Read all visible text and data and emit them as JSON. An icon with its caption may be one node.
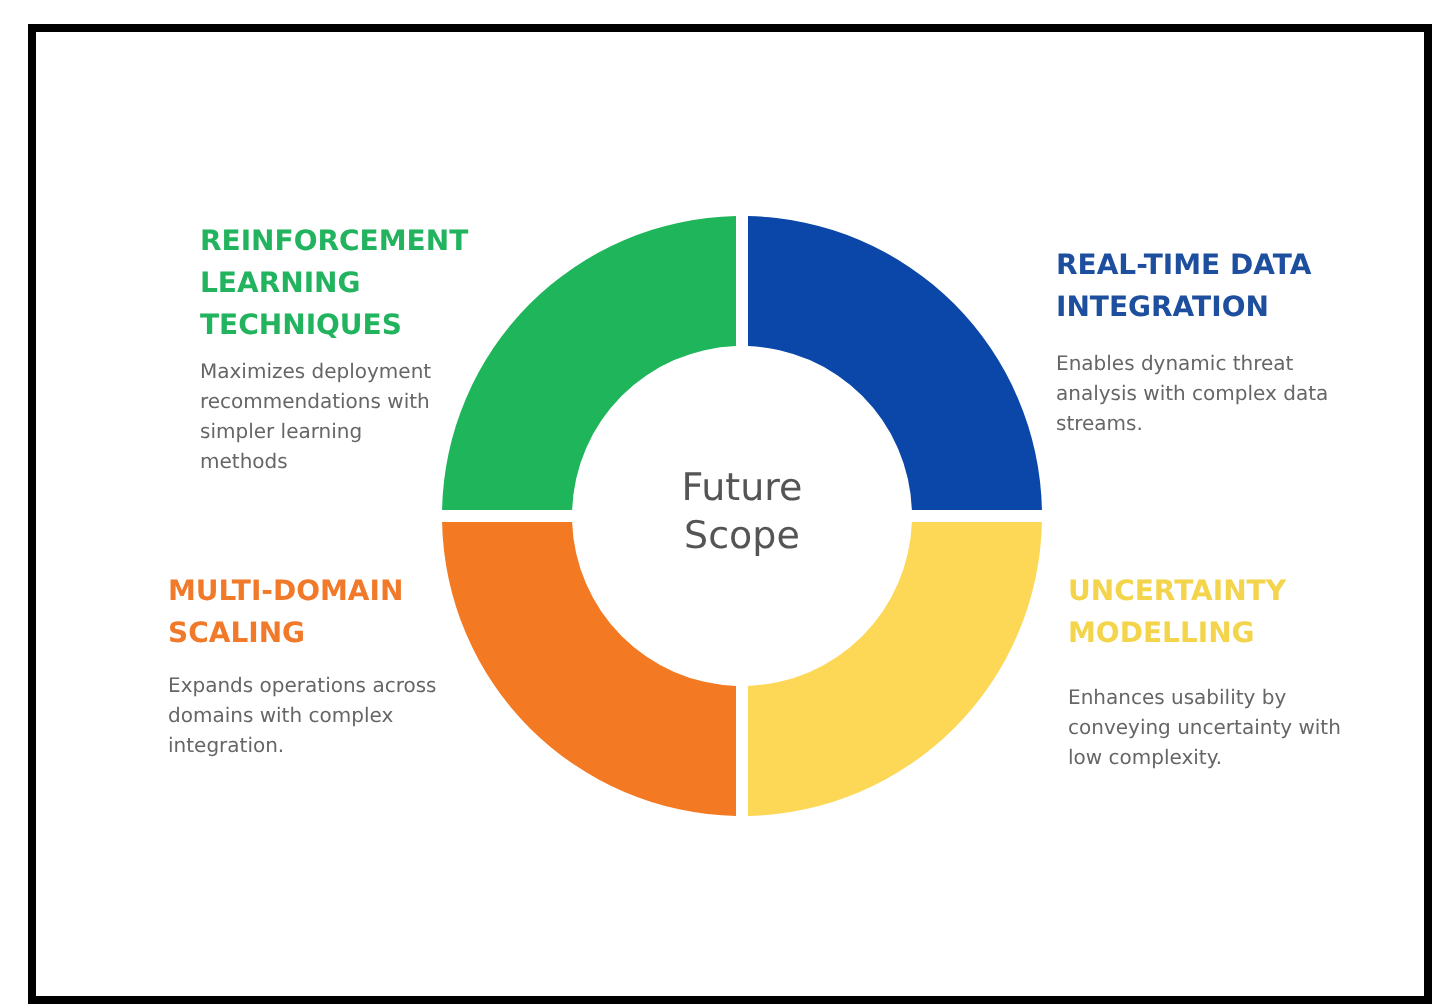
{
  "diagram": {
    "nodes": [
      {
        "text": [
          "Future Scope"
        ]
      },
      {
        "text": [
          "REINFORCEMENT LEARNING TECHNIQUES",
          "Maximizes deployment recommendations with simpler learning methods"
        ]
      },
      {
        "text": [
          "REAL-TIME DATA INTEGRATION",
          "Enables dynamic threat analysis with complex data streams."
        ]
      },
      {
        "text": [
          "MULTI-DOMAIN SCALING",
          "Expands operations across domains with complex integration."
        ]
      },
      {
        "text": [
          "UNCERTAINTY MODELLING",
          "Enhances usability by conveying uncertainty with low complexity."
        ]
      }
    ]
  }
}
